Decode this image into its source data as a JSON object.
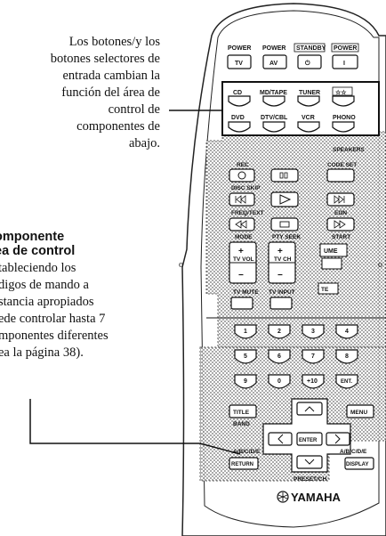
{
  "text_top": {
    "lines": [
      "Los botones/y los",
      "botones selectores de",
      "entrada cambian la",
      "función del área de",
      "control de",
      "componentes de",
      "abajo."
    ]
  },
  "text_bottom": {
    "heading_lines": [
      "omponente",
      "ea de control"
    ],
    "body_lines": [
      "tableciendo los",
      "digos de mando a",
      "stancia apropiados",
      "ede controlar hasta 7",
      "mponentes diferentes",
      "ea la página 38)."
    ]
  },
  "remote": {
    "power_labels": [
      "POWER",
      "POWER",
      "STANDBY",
      "POWER"
    ],
    "power_buttons": [
      "TV",
      "AV",
      "⏻",
      "I"
    ],
    "input_top_labels": [
      "CD",
      "MD/TAPE",
      "TUNER",
      "☆☆"
    ],
    "input_bottom_labels": [
      "DVD",
      "DTV/CBL",
      "VCR",
      "PHONO"
    ],
    "speakers": "SPEAKERS",
    "rec": "REC",
    "code_set": "CODE SET",
    "disc_skip": "DISC SKIP",
    "freq_text": "FREQ/TEXT",
    "eon": "EON",
    "mode": "MODE",
    "pty_seek": "PTY SEEK",
    "start": "START",
    "volume": "UME",
    "tv_vol": "TV VOL",
    "tv_ch": "TV CH",
    "tv_mute": "TV MUTE",
    "tv_input": "TV INPUT",
    "mute": "TE",
    "numbers": [
      "1",
      "2",
      "3",
      "4",
      "5",
      "6",
      "7",
      "8",
      "9",
      "0",
      "+10",
      "ENT."
    ],
    "title": "TITLE",
    "menu": "MENU",
    "band": "BAND",
    "enter": "ENTER",
    "abcde_left": "A/B/C/D/E",
    "abcde_right": "A/B/C/D/E",
    "return": "RETURN",
    "display": "DISPLAY",
    "preset_ch": "PRESET/CH",
    "brand": "YAMAHA"
  }
}
